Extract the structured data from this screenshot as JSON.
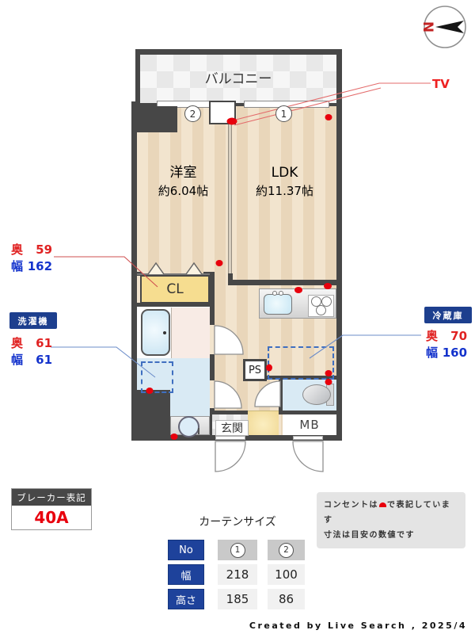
{
  "compass": {
    "letter": "N"
  },
  "plan": {
    "balcony": "バルコニー",
    "windows": {
      "left_num": "2",
      "right_num": "1"
    },
    "rooms": {
      "western": {
        "name": "洋室",
        "size": "約6.04帖"
      },
      "ldk": {
        "name": "LDK",
        "size": "約11.37帖"
      },
      "closet": "CL",
      "pipe_space": "PS",
      "entrance": "玄関",
      "meter_box": "MB"
    }
  },
  "annotations": {
    "tv": "TV",
    "closet_dims": {
      "rows": [
        {
          "label": "奥",
          "value": "59"
        },
        {
          "label": "幅",
          "value": "162"
        }
      ]
    },
    "washer": {
      "title": "洗濯機",
      "rows": [
        {
          "label": "奥",
          "value": "61"
        },
        {
          "label": "幅",
          "value": "61"
        }
      ]
    },
    "fridge": {
      "title": "冷蔵庫",
      "rows": [
        {
          "label": "奥",
          "value": "70"
        },
        {
          "label": "幅",
          "value": "160"
        }
      ]
    }
  },
  "breaker": {
    "title": "ブレーカー表記",
    "value": "40A"
  },
  "note": {
    "line1_before": "コンセントは",
    "line1_after": "で表記しています",
    "line2": "寸法は目安の数値です"
  },
  "curtain": {
    "title": "カーテンサイズ",
    "headers": [
      "No",
      "幅",
      "高さ"
    ],
    "columns": [
      {
        "no": "1",
        "width": "218",
        "height": "185"
      },
      {
        "no": "2",
        "width": "100",
        "height": "86"
      }
    ]
  },
  "credit": "Created by Live Search , 2025/4",
  "colors": {
    "wall": "#474747",
    "outlet": "#e8000d",
    "dim_red": "#e02222",
    "dim_blue": "#1433cc",
    "badge_navy": "#1d3f8e",
    "table_navy": "#1e429b",
    "closet_yellow": "#f6dd90",
    "floor_beige": "#eed9bd",
    "water_blue": "#d9eaf4"
  }
}
